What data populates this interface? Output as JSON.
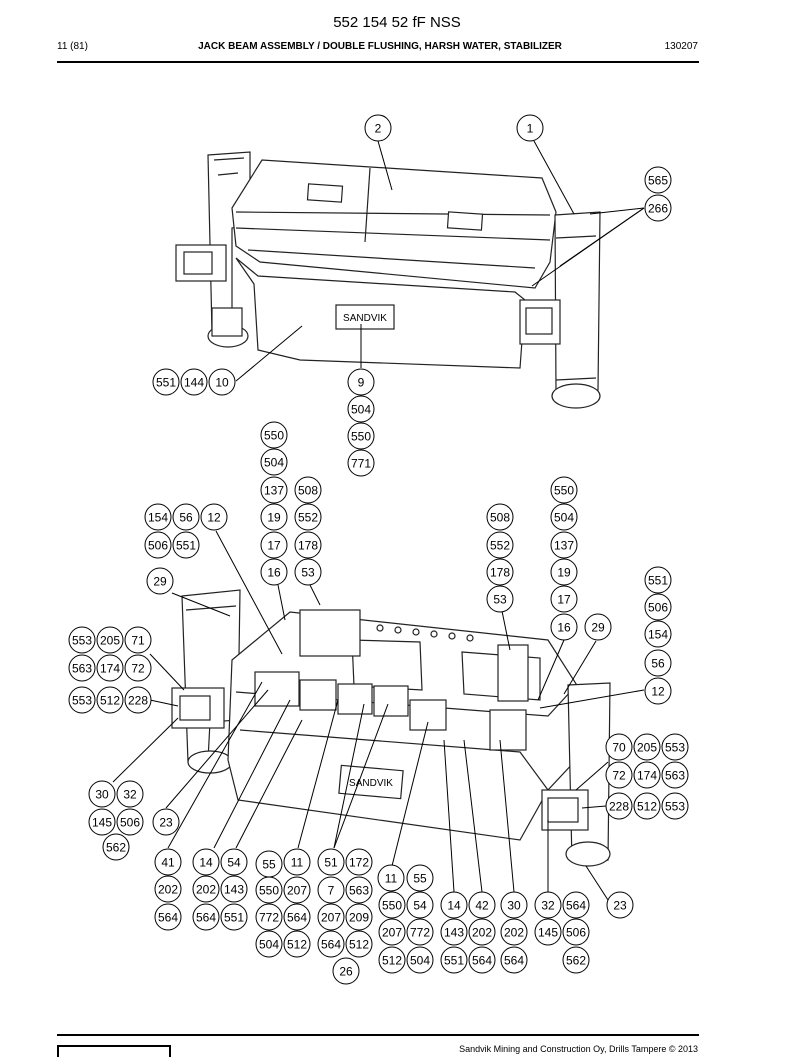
{
  "header": {
    "doc_code": "552 154 52 fF NSS",
    "page": "11 (81)",
    "title": "JACK BEAM ASSEMBLY / DOUBLE FLUSHING, HARSH WATER, STABILIZER",
    "date": "130207"
  },
  "footer": {
    "text": "Sandvik Mining and Construction Oy, Drills Tampere © 2013"
  },
  "callouts": [
    "2",
    "1",
    "565",
    "266",
    "551",
    "144",
    "10",
    "9",
    "504",
    "550",
    "771",
    "550",
    "504",
    "137",
    "508",
    "154",
    "56",
    "12",
    "19",
    "552",
    "506",
    "551",
    "17",
    "178",
    "16",
    "53",
    "508",
    "550",
    "552",
    "504",
    "178",
    "137",
    "53",
    "19",
    "17",
    "29",
    "551",
    "506",
    "16",
    "29",
    "154",
    "553",
    "205",
    "71",
    "56",
    "563",
    "174",
    "72",
    "12",
    "553",
    "512",
    "228",
    "70",
    "205",
    "553",
    "72",
    "174",
    "563",
    "30",
    "32",
    "228",
    "512",
    "553",
    "145",
    "506",
    "23",
    "562",
    "41",
    "14",
    "54",
    "55",
    "11",
    "51",
    "172",
    "11",
    "55",
    "202",
    "202",
    "143",
    "550",
    "207",
    "7",
    "563",
    "23",
    "564",
    "550",
    "54",
    "14",
    "42",
    "30",
    "32",
    "564",
    "564",
    "551",
    "772",
    "564",
    "207",
    "209",
    "207",
    "772",
    "143",
    "202",
    "202",
    "145",
    "506",
    "504",
    "512",
    "564",
    "512",
    "512",
    "504",
    "551",
    "564",
    "564",
    "562",
    "26"
  ]
}
